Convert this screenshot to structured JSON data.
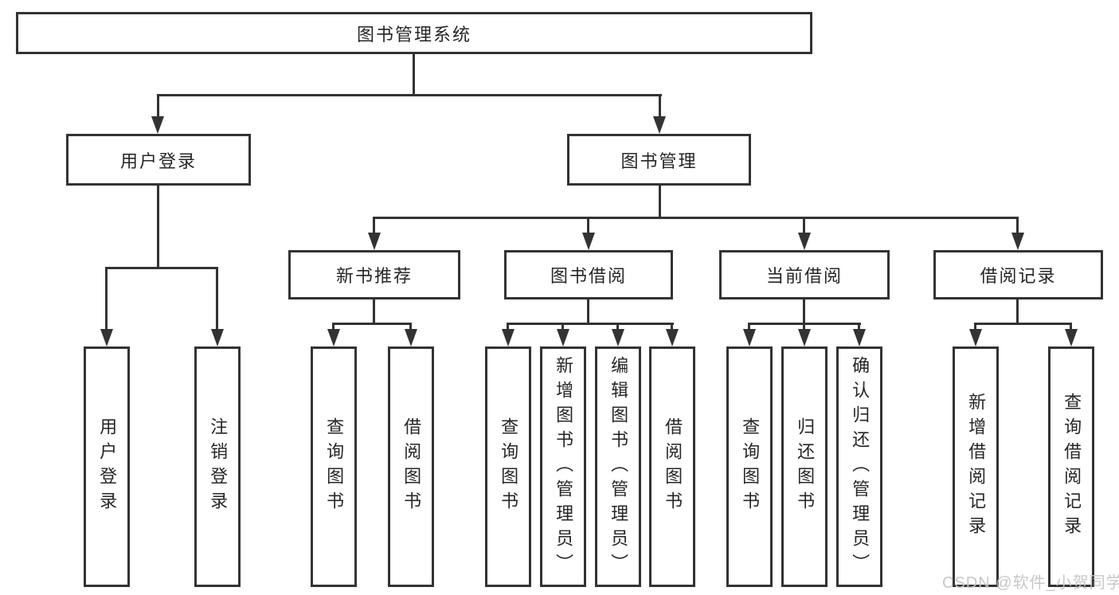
{
  "diagram": {
    "title": "图书管理系统",
    "level2": {
      "user_login": "用户登录",
      "book_management": "图书管理"
    },
    "level3": {
      "new_book_recommend": "新书推荐",
      "book_borrow": "图书借阅",
      "current_borrow": "当前借阅",
      "borrow_record": "借阅记录"
    },
    "leaves": {
      "user_login": [
        "用户登录",
        "注销登录"
      ],
      "new_book_recommend": [
        "查询图书",
        "借阅图书"
      ],
      "book_borrow": [
        "查询图书",
        "新增图书（管理员）",
        "编辑图书（管理员）",
        "借阅图书"
      ],
      "current_borrow": [
        "查询图书",
        "归还图书",
        "确认归还（管理员）"
      ],
      "borrow_record": [
        "新增借阅记录",
        "查询借阅记录"
      ]
    },
    "watermark": "CSDN @软件_小贺同学",
    "colors": {
      "line": "#333333",
      "text": "#262626",
      "background": "#ffffff",
      "watermark": "#c5c5c5"
    }
  }
}
